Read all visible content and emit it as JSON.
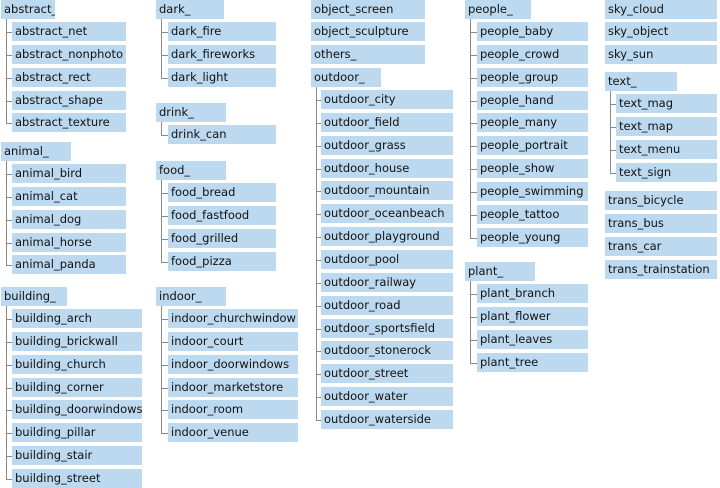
{
  "groups": [
    {
      "id": "abstract",
      "label": "abstract_",
      "children": [
        "abstract_net",
        "abstract_nonphoto",
        "abstract_rect",
        "abstract_shape",
        "abstract_texture"
      ]
    },
    {
      "id": "animal",
      "label": "animal_",
      "children": [
        "animal_bird",
        "animal_cat",
        "animal_dog",
        "animal_horse",
        "animal_panda"
      ]
    },
    {
      "id": "building",
      "label": "building_",
      "children": [
        "building_arch",
        "building_brickwall",
        "building_church",
        "building_corner",
        "building_doorwindows",
        "building_pillar",
        "building_stair",
        "building_street"
      ]
    },
    {
      "id": "dark",
      "label": "dark_",
      "children": [
        "dark_fire",
        "dark_fireworks",
        "dark_light"
      ]
    },
    {
      "id": "drink",
      "label": "drink_",
      "children": [
        "drink_can"
      ]
    },
    {
      "id": "food",
      "label": "food_",
      "children": [
        "food_bread",
        "food_fastfood",
        "food_grilled",
        "food_pizza"
      ]
    },
    {
      "id": "indoor",
      "label": "indoor_",
      "children": [
        "indoor_churchwindow",
        "indoor_court",
        "indoor_doorwindows",
        "indoor_marketstore",
        "indoor_room",
        "indoor_venue"
      ]
    },
    {
      "id": "object_screen",
      "label": "object_screen",
      "children": []
    },
    {
      "id": "object_sculpture",
      "label": "object_sculpture",
      "children": []
    },
    {
      "id": "others",
      "label": "others_",
      "children": []
    },
    {
      "id": "outdoor",
      "label": "outdoor_",
      "children": [
        "outdoor_city",
        "outdoor_field",
        "outdoor_grass",
        "outdoor_house",
        "outdoor_mountain",
        "outdoor_oceanbeach",
        "outdoor_playground",
        "outdoor_pool",
        "outdoor_railway",
        "outdoor_road",
        "outdoor_sportsfield",
        "outdoor_stonerock",
        "outdoor_street",
        "outdoor_water",
        "outdoor_waterside"
      ]
    },
    {
      "id": "people",
      "label": "people_",
      "children": [
        "people_baby",
        "people_crowd",
        "people_group",
        "people_hand",
        "people_many",
        "people_portrait",
        "people_show",
        "people_swimming",
        "people_tattoo",
        "people_young"
      ]
    },
    {
      "id": "plant",
      "label": "plant_",
      "children": [
        "plant_branch",
        "plant_flower",
        "plant_leaves",
        "plant_tree"
      ]
    },
    {
      "id": "sky_cloud",
      "label": "sky_cloud",
      "children": []
    },
    {
      "id": "sky_object",
      "label": "sky_object",
      "children": []
    },
    {
      "id": "sky_sun",
      "label": "sky_sun",
      "children": []
    },
    {
      "id": "text",
      "label": "text_",
      "children": [
        "text_mag",
        "text_map",
        "text_menu",
        "text_sign"
      ]
    },
    {
      "id": "trans_bicycle",
      "label": "trans_bicycle",
      "children": []
    },
    {
      "id": "trans_bus",
      "label": "trans_bus",
      "children": []
    },
    {
      "id": "trans_car",
      "label": "trans_car",
      "children": []
    },
    {
      "id": "trans_trainstation",
      "label": "trans_trainstation",
      "children": []
    }
  ],
  "colors": {
    "node_fill": "#bcd9f0",
    "connector": "#8a8a8a",
    "text": "#111111"
  }
}
